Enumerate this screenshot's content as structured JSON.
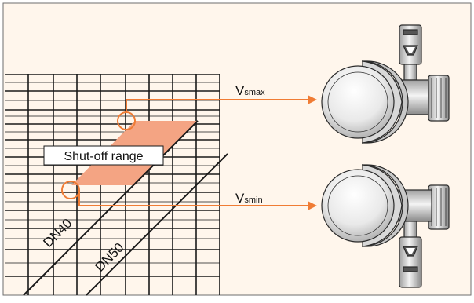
{
  "colors": {
    "panel_bg": "#FFF6EC",
    "panel_border": "#6E6E6E",
    "grid": "#1A1A1A",
    "shutoff_fill": "#F4A483",
    "arrow": "#F07C34",
    "device_outline": "#2A2A2A"
  },
  "diagram": {
    "region_label": "Shut-off range",
    "curve_a_label": "DN40",
    "curve_b_label": "DN50",
    "vmax": {
      "main": "V",
      "sub": "smax"
    },
    "vmin": {
      "main": "V",
      "sub": "smin"
    }
  },
  "devices": [
    {
      "name": "device-top",
      "valve_position": "top"
    },
    {
      "name": "device-bottom",
      "valve_position": "bottom"
    }
  ]
}
